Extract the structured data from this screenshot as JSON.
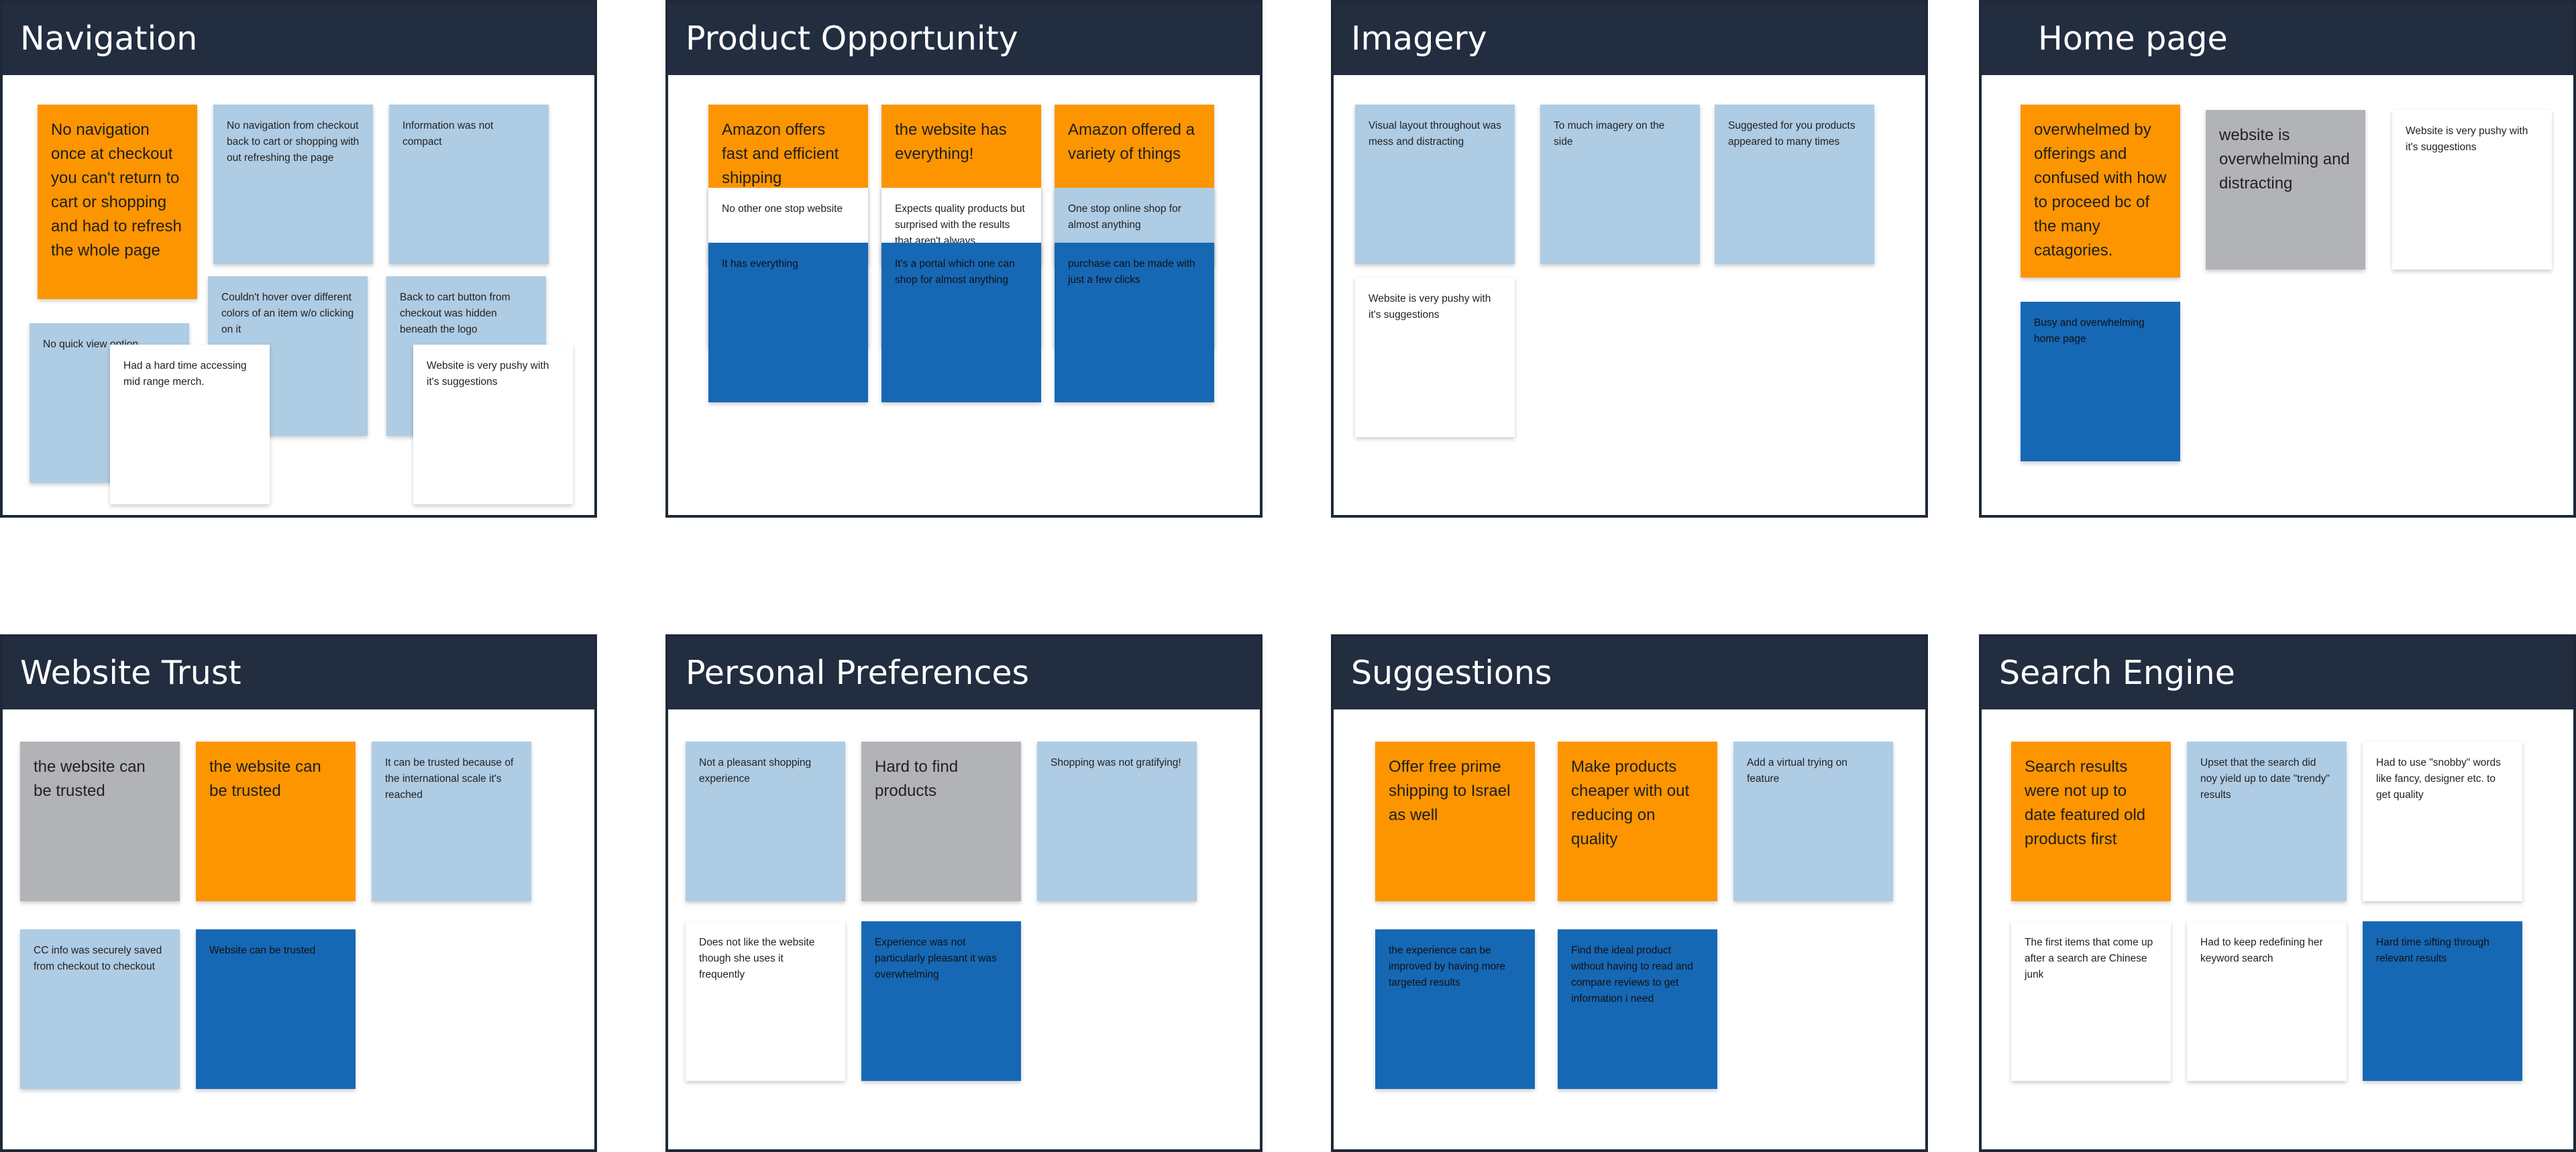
{
  "panels": {
    "navigation": {
      "title": "Navigation",
      "notes": [
        "No navigation once at checkout you can't return to cart or shopping and had to refresh the whole page",
        "No navigation from checkout  back to cart or shopping with out refreshing the page",
        "Information was not compact",
        "Couldn't hover over different colors of an item w/o clicking on it",
        "Back to cart button from checkout was hidden beneath the logo",
        "No quick view option",
        "Had a hard time accessing mid range merch.",
        "Website is very pushy with it's suggestions"
      ]
    },
    "product_opportunity": {
      "title": "Product Opportunity",
      "notes": [
        "Amazon offers fast and efficient shipping",
        "the website has everything!",
        "Amazon offered a variety of things",
        "No other one stop website",
        "Expects quality products but surprised with the results that aren't always",
        "One stop online shop for almost anything",
        "It has everything",
        "It's a portal which one can shop for almost anything",
        "purchase can be made with just a few clicks"
      ]
    },
    "imagery": {
      "title": "Imagery",
      "notes": [
        "Visual layout throughout was mess and distracting",
        "To much imagery on the side",
        "Suggested for you products appeared to many times",
        "Website is very pushy with it's suggestions"
      ]
    },
    "home_page": {
      "title": "Home page",
      "notes": [
        "overwhelmed by offerings and confused with how to proceed bc of the many catagories.",
        "website is overwhelming and distracting",
        "Website is very pushy with it's suggestions",
        "Busy and overwhelming home page"
      ]
    },
    "website_trust": {
      "title": "Website Trust",
      "notes": [
        "the website can be trusted",
        " the website can be trusted",
        "It can be trusted because of the international scale it's reached",
        "CC info was securely saved from checkout to checkout",
        "Website can be trusted"
      ]
    },
    "personal_preferences": {
      "title": "Personal Preferences",
      "notes": [
        "Not a pleasant shopping experience",
        "Hard to find products",
        "Shopping was not gratifying!",
        "Does not like the website though she uses it frequently",
        "Experience was not particularly pleasant it was overwhelming"
      ]
    },
    "suggestions": {
      "title": "Suggestions",
      "notes": [
        "Offer free prime shipping to Israel as well",
        "Make products cheaper with out reducing on quality",
        "Add a virtual trying on feature",
        "the experience can be improved by having more targeted results",
        "Find the ideal product without having to read and compare reviews to get information i need"
      ]
    },
    "search_engine": {
      "title": "Search Engine",
      "notes": [
        "Search results were not up to date featured old products first",
        "Upset that the search did noy yield up to date \"trendy\" results",
        "Had to use \"snobby\" words like fancy, designer etc. to get quality",
        "The first items that come up after a search are Chinese junk",
        "Had to keep redefining her keyword search",
        "Hard time sifting through relevant results"
      ]
    }
  },
  "colors": {
    "header": "#222d40",
    "orange": "#fd9500",
    "light_blue": "#aecce4",
    "gray": "#b1b3b7",
    "dark_blue": "#1668b5",
    "white": "#ffffff"
  }
}
